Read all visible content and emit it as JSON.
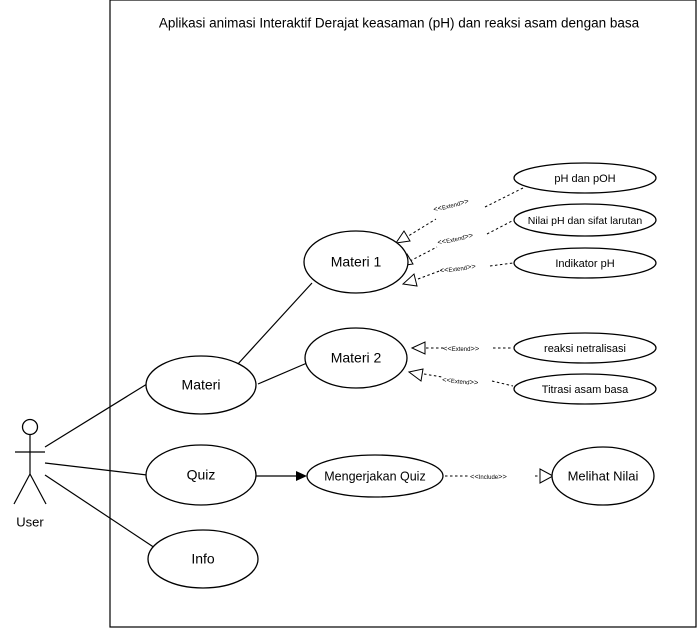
{
  "system": {
    "title": "Aplikasi animasi Interaktif Derajat keasaman (pH) dan reaksi asam dengan basa"
  },
  "actor": {
    "label": "User"
  },
  "use_cases": {
    "materi": "Materi",
    "quiz": "Quiz",
    "info": "Info",
    "materi1": "Materi 1",
    "materi2": "Materi 2",
    "mengerjakan_quiz": "Mengerjakan Quiz",
    "melihat_nilai": "Melihat Nilai",
    "ph_poh": "pH dan pOH",
    "nilai_ph": "Nilai pH dan sifat larutan",
    "indikator_ph": "Indikator pH",
    "reaksi_netralisasi": "reaksi netralisasi",
    "titrasi": "Titrasi asam basa"
  },
  "relations": {
    "extend_open": "<<",
    "extend_word": "Extend",
    "include_open": "<<",
    "include_word": "Include",
    "close": ">>"
  }
}
